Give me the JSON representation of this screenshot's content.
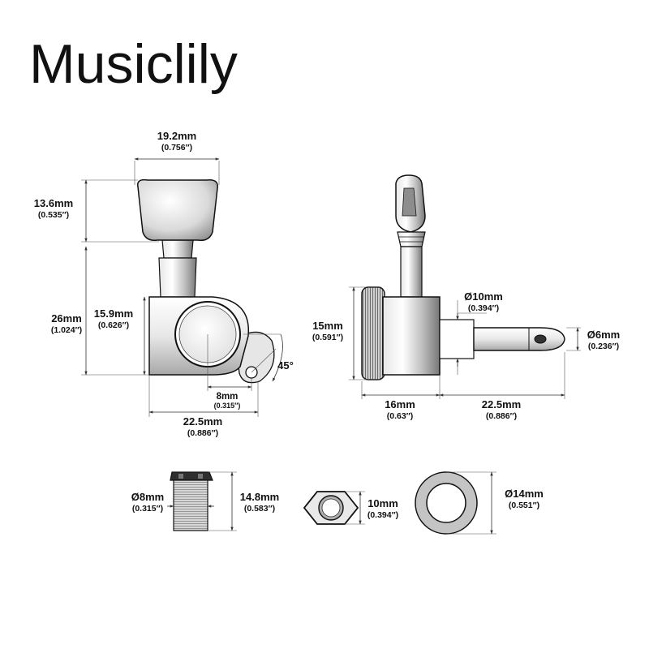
{
  "brand": "Musiclily",
  "colors": {
    "metal_light": "#f2f2f2",
    "metal_mid": "#b8b8b8",
    "metal_dark": "#3a3a3a",
    "line": "#111111"
  },
  "front_view": {
    "button_width": {
      "mm": "19.2mm",
      "inch": "(0.756″)"
    },
    "button_height": {
      "mm": "13.6mm",
      "inch": "(0.535″)"
    },
    "body_height": {
      "mm": "26mm",
      "inch": "(1.024″)"
    },
    "housing_height": {
      "mm": "15.9mm",
      "inch": "(0.626″)"
    },
    "screw_offset": {
      "mm": "8mm",
      "inch": "(0.315″)"
    },
    "total_width": {
      "mm": "22.5mm",
      "inch": "(0.886″)"
    },
    "angle": "45°"
  },
  "side_view": {
    "post_hole_diameter": {
      "mm": "Ø10mm",
      "inch": "(0.394″)"
    },
    "post_diameter": {
      "mm": "Ø6mm",
      "inch": "(0.236″)"
    },
    "housing_height": {
      "mm": "15mm",
      "inch": "(0.591″)"
    },
    "housing_width": {
      "mm": "16mm",
      "inch": "(0.63″)"
    },
    "post_length": {
      "mm": "22.5mm",
      "inch": "(0.886″)"
    }
  },
  "bushing": {
    "diameter": {
      "mm": "Ø8mm",
      "inch": "(0.315″)"
    },
    "length": {
      "mm": "14.8mm",
      "inch": "(0.583″)"
    }
  },
  "hex_nut": {
    "size": {
      "mm": "10mm",
      "inch": "(0.394″)"
    }
  },
  "washer": {
    "diameter": {
      "mm": "Ø14mm",
      "inch": "(0.551″)"
    }
  }
}
